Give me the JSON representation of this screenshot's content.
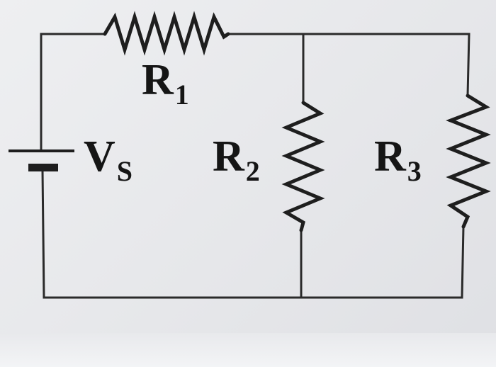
{
  "diagram": {
    "source": {
      "main": "V",
      "sub": "S"
    },
    "resistor_1": {
      "main": "R",
      "sub": "1"
    },
    "resistor_2": {
      "main": "R",
      "sub": "2"
    },
    "resistor_3": {
      "main": "R",
      "sub": "3"
    }
  },
  "colors": {
    "ink": "#1e1e1e",
    "paper": "#e9eaec"
  }
}
